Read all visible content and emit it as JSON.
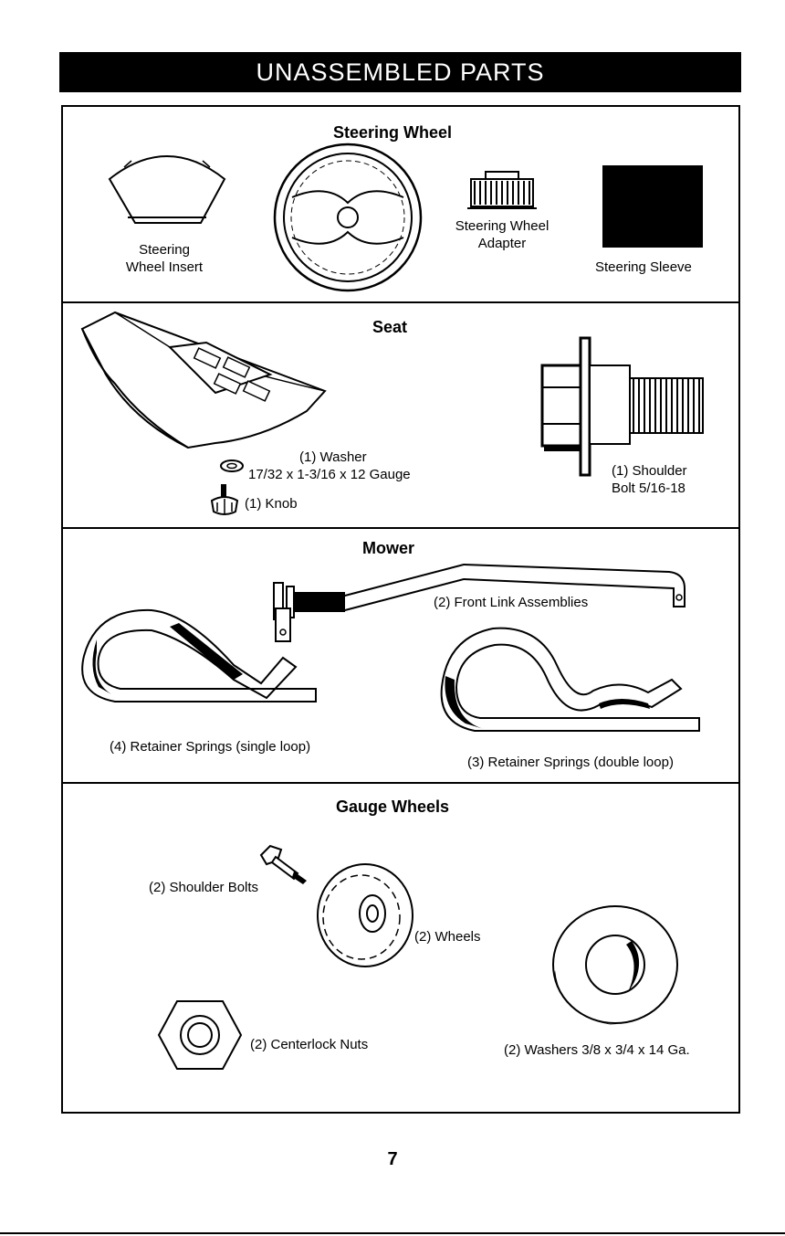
{
  "banner": "UNASSEMBLED PARTS",
  "sections": {
    "steering": {
      "title": "Steering Wheel",
      "insert_label": [
        "Steering",
        "Wheel Insert"
      ],
      "adapter_label": [
        "Steering Wheel",
        "Adapter"
      ],
      "sleeve_label": "Steering Sleeve"
    },
    "seat": {
      "title": "Seat",
      "washer_label": [
        "(1) Washer",
        "17/32 x 1-3/16 x 12 Gauge"
      ],
      "knob_label": "(1) Knob",
      "bolt_label": [
        "(1) Shoulder",
        "Bolt  5/16-18"
      ]
    },
    "mower": {
      "title": "Mower",
      "link_label": "(2) Front Link Assemblies",
      "single_loop_label": "(4)  Retainer Springs (single loop)",
      "double_loop_label": "(3)  Retainer Springs (double loop)"
    },
    "gauge": {
      "title": "Gauge Wheels",
      "bolts_label": "(2) Shoulder Bolts",
      "wheels_label": "(2) Wheels",
      "nuts_label": "(2) Centerlock Nuts",
      "washers_label": "(2) Washers 3/8 x 3/4 x 14 Ga."
    }
  },
  "page_number": "7"
}
